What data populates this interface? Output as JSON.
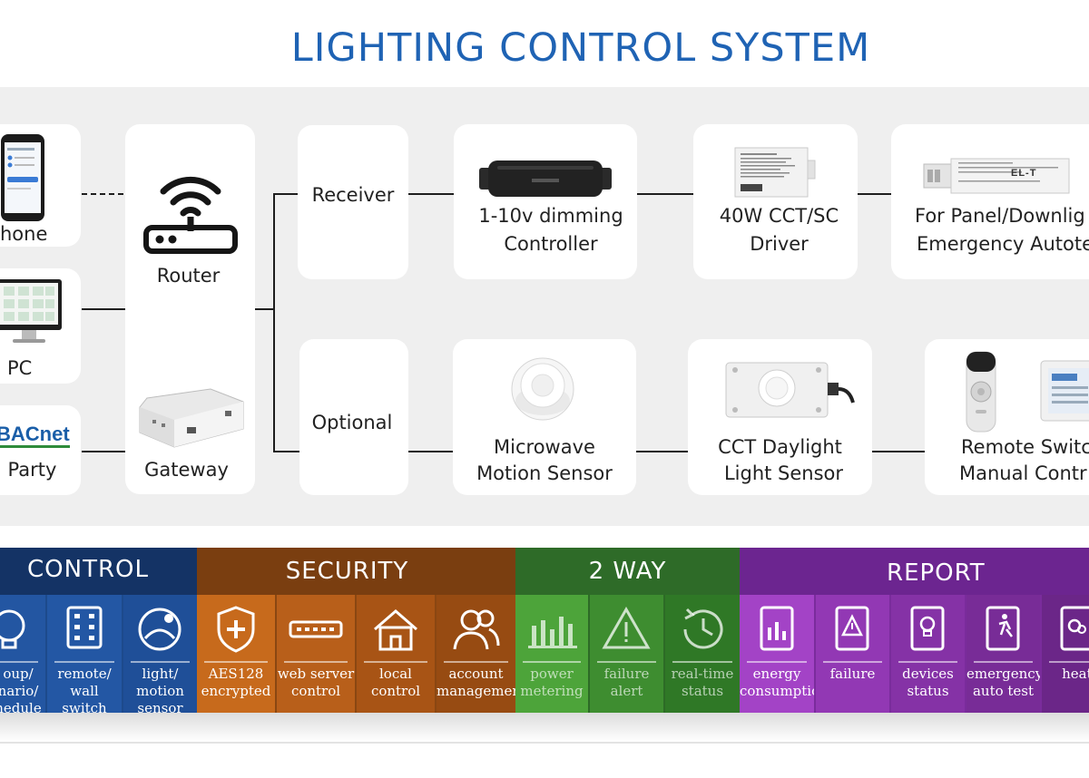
{
  "title": "LIGHTING CONTROL SYSTEM",
  "nodes": {
    "phone": "hone",
    "pc": "PC",
    "bacnet_logo": "BACnet",
    "third_party": "l Party",
    "router": "Router",
    "gateway": "Gateway",
    "receiver": "Receiver",
    "optional": "Optional",
    "dimming_l1": "1-10v dimming",
    "dimming_l2": "Controller",
    "driver_l1": "40W CCT/SC",
    "driver_l2": "Driver",
    "emergency_l1": "For Panel/Downlig",
    "emergency_l2": "Emergency Autote",
    "microwave_l1": "Microwave",
    "microwave_l2": "Motion Sensor",
    "cct_l1": "CCT Daylight",
    "cct_l2": "Light Sensor",
    "remote_l1": "Remote Switc",
    "remote_l2": "Manual Contr",
    "driver_label_text": "EL-T"
  },
  "features": {
    "control": {
      "header": "CONTROL",
      "color": "#183a73",
      "tiles": [
        {
          "icon": "bulb-icon",
          "label": "oup/\nnario/\nhedule"
        },
        {
          "icon": "switch-panel-icon",
          "label": "remote/\nwall switch"
        },
        {
          "icon": "sensor-icon",
          "label": "light/\nmotion\nsensor"
        }
      ]
    },
    "security": {
      "header": "SECURITY",
      "color": "#7b3f0f",
      "tiles": [
        {
          "icon": "shield-plus-icon",
          "label": "AES128\nencrypted"
        },
        {
          "icon": "web-server-icon",
          "label": "web server\ncontrol"
        },
        {
          "icon": "house-icon",
          "label": "local control"
        },
        {
          "icon": "users-icon",
          "label": "account\nmanagement"
        }
      ]
    },
    "two_way": {
      "header": "2 WAY",
      "color": "#2c6a26",
      "tiles": [
        {
          "icon": "bar-chart-icon",
          "label": "power\nmetering"
        },
        {
          "icon": "warning-icon",
          "label": "failure alert"
        },
        {
          "icon": "clock-refresh-icon",
          "label": "real-time\nstatus"
        }
      ]
    },
    "report": {
      "header": "REPORT",
      "color": "#6a2289",
      "tiles": [
        {
          "icon": "chart-doc-icon",
          "label": "energy\nconsumption"
        },
        {
          "icon": "warning-doc-icon",
          "label": "failure"
        },
        {
          "icon": "bulb-doc-icon",
          "label": "devices\nstatus"
        },
        {
          "icon": "exit-doc-icon",
          "label": "emergency\nauto test"
        },
        {
          "icon": "heatmap-doc-icon",
          "label": "heatm"
        }
      ]
    }
  }
}
